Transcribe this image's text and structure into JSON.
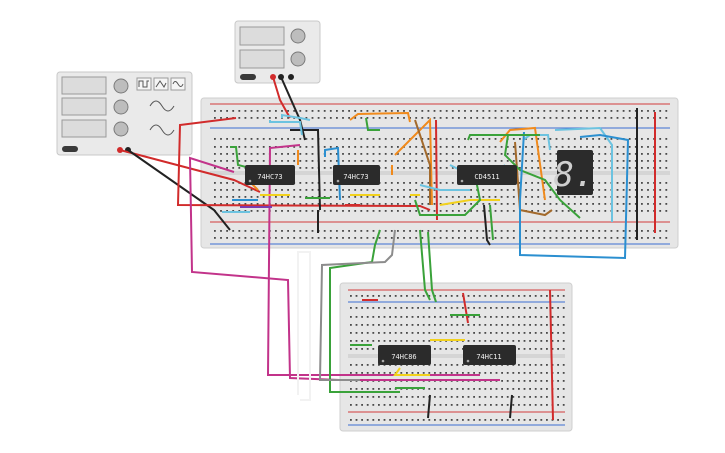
{
  "chips": [
    {
      "id": "chip-74hc73-a",
      "label": "74HC73"
    },
    {
      "id": "chip-74hc73-b",
      "label": "74HC73"
    },
    {
      "id": "chip-cd4511",
      "label": "CD4511"
    },
    {
      "id": "chip-74hc86",
      "label": "74HC86"
    },
    {
      "id": "chip-74hc11",
      "label": "74HC11"
    }
  ],
  "seven_segment": {
    "digit": "8."
  },
  "colors": {
    "breadboard": "#e6e6e6",
    "hole": "#4a4a4a",
    "rail_red": "#d33c3c",
    "rail_blue": "#3c6fd3",
    "chip": "#2b2b2b",
    "instrument": "#eaeaea",
    "screen": "#dcdcdc",
    "wire_red": "#d12b2b",
    "wire_black": "#222222",
    "wire_orange": "#f08a1c",
    "wire_green": "#3aa23a",
    "wire_lightblue": "#6cc3e0",
    "wire_blue": "#2b8fd0",
    "wire_yellow": "#f2d11c",
    "wire_magenta": "#c2338a",
    "wire_brown": "#a36a2c",
    "wire_purple": "#7a3cb0",
    "wire_gray": "#8c8c8c",
    "wire_white": "#f2f2f2"
  },
  "icons": [
    "power-supply-icon",
    "function-generator-icon",
    "sine-wave-icon",
    "square-wave-icon",
    "triangle-wave-icon"
  ]
}
